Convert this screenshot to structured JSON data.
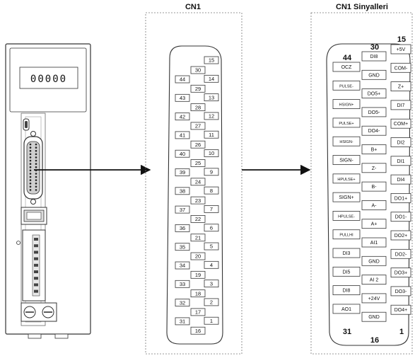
{
  "titles": {
    "cn1": "CN1",
    "cn1_signals": "CN1 Sinyalleri"
  },
  "drive": {
    "display": "00000"
  },
  "cn1_pins": {
    "col_left": [
      "44",
      "43",
      "42",
      "41",
      "40",
      "39",
      "38",
      "37",
      "36",
      "35",
      "34",
      "33",
      "32",
      "31"
    ],
    "col_middle": [
      "30",
      "29",
      "28",
      "27",
      "26",
      "25",
      "24",
      "23",
      "22",
      "21",
      "20",
      "19",
      "18",
      "17",
      "16"
    ],
    "col_right": [
      "15",
      "14",
      "13",
      "12",
      "11",
      "10",
      "9",
      "8",
      "7",
      "6",
      "5",
      "4",
      "3",
      "2",
      "1"
    ]
  },
  "signals": {
    "corner_numbers": {
      "n15": "15",
      "n30": "30",
      "n44": "44",
      "n31": "31",
      "n16": "16",
      "n1": "1"
    },
    "col_left": [
      "OCZ",
      "PULSE-",
      "HSIGN+",
      "PULSE+",
      "HSIGN-",
      "SIGN-",
      "HPULSE+",
      "SIGN+",
      "HPULSE-",
      "PULLHI",
      "DI3",
      "DI5",
      "DI8",
      "AO1"
    ],
    "col_middle": [
      "DI8",
      "GND",
      "DO5+",
      "DO5-",
      "DO4-",
      "B+",
      "Z-",
      "B-",
      "A-",
      "A+",
      "AI1",
      "GND",
      "AI 2",
      "+24V",
      "GND"
    ],
    "col_right": [
      "+5V",
      "COM-",
      "Z+",
      "DI7",
      "COM+",
      "DI2",
      "DI1",
      "DI4",
      "DO1+",
      "DO1-",
      "DO2+",
      "DO2-",
      "DO3+",
      "DO3-",
      "DO4+"
    ]
  }
}
